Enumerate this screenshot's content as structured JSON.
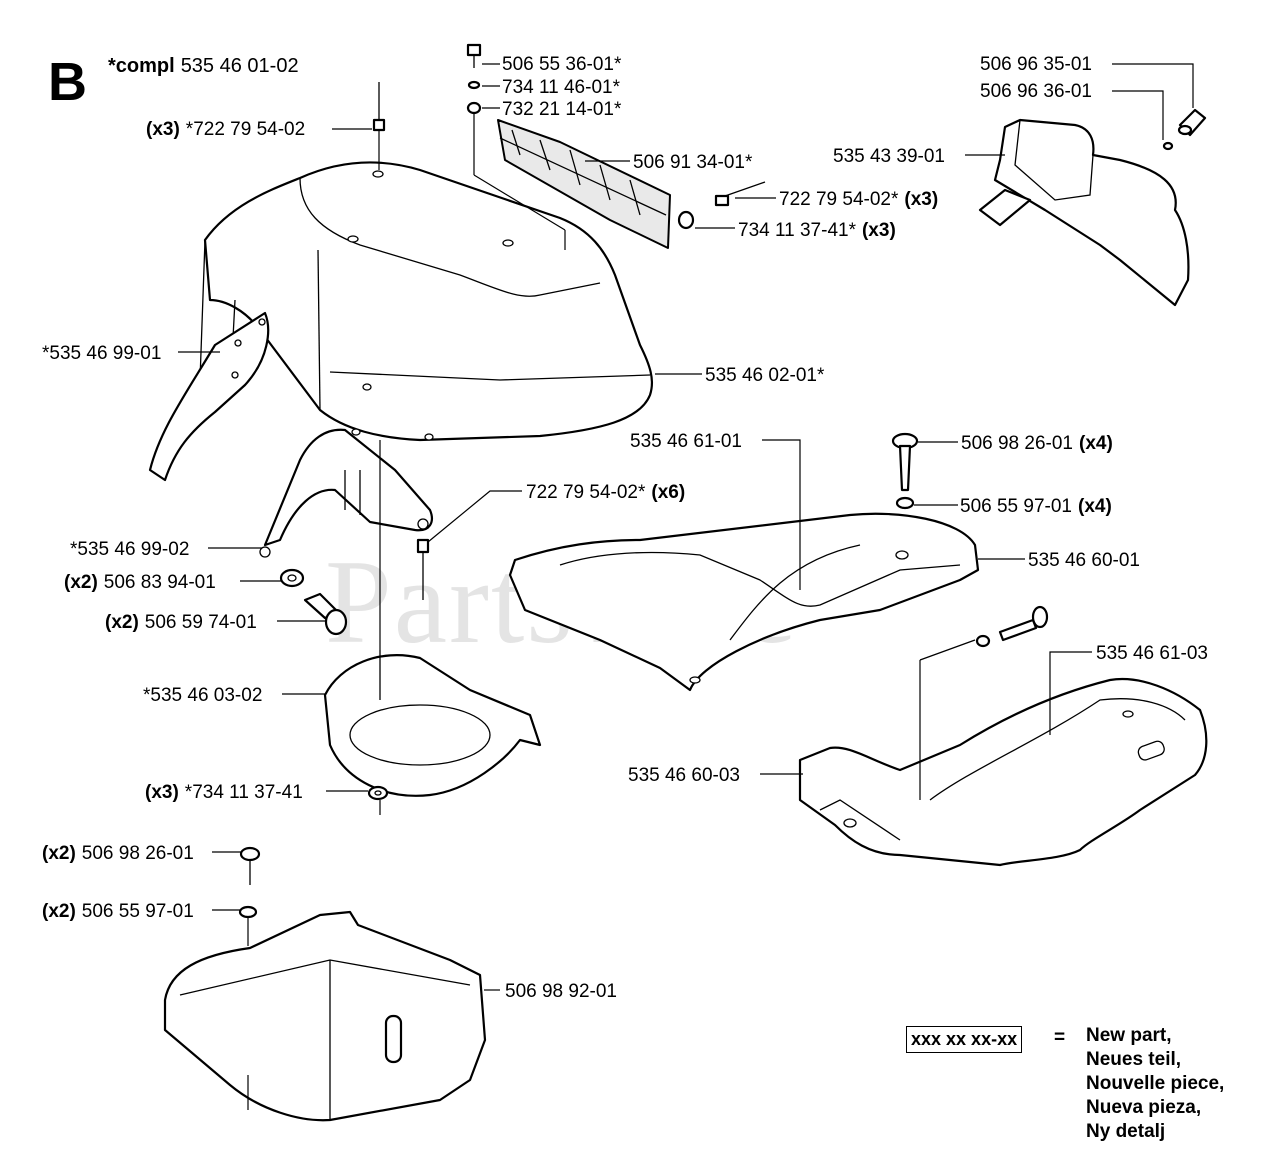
{
  "section": {
    "letter": "B",
    "compl_prefix": "*compl",
    "compl_number": "535 46 01-02"
  },
  "watermark": "PartsTree",
  "labels": {
    "l1": {
      "qty": "",
      "num": "506 55 36-01*"
    },
    "l2": {
      "qty": "",
      "num": "734 11 46-01*"
    },
    "l3": {
      "qty": "",
      "num": "732 21 14-01*"
    },
    "l4": {
      "qty": "(x3)",
      "num": "*722 79 54-02"
    },
    "l5": {
      "qty": "",
      "num": "506 91 34-01*"
    },
    "l6": {
      "qty": "(x3)",
      "num": "722 79 54-02*"
    },
    "l7": {
      "qty": "(x3)",
      "num": "734 11 37-41*"
    },
    "l8": {
      "qty": "",
      "num": "506 96 35-01"
    },
    "l9": {
      "qty": "",
      "num": "506 96 36-01"
    },
    "l10": {
      "qty": "",
      "num": "535 43 39-01"
    },
    "l11": {
      "qty": "",
      "num": "*535 46 99-01"
    },
    "l12": {
      "qty": "",
      "num": "535 46 02-01*"
    },
    "l13": {
      "qty": "",
      "num": "535 46 61-01"
    },
    "l14": {
      "qty": "(x4)",
      "num": "506 98 26-01"
    },
    "l15": {
      "qty": "(x6)",
      "num": "722 79 54-02*"
    },
    "l16": {
      "qty": "(x4)",
      "num": "506 55 97-01"
    },
    "l17": {
      "qty": "",
      "num": "*535 46 99-02"
    },
    "l18": {
      "qty": "(x2)",
      "num": "506 83 94-01"
    },
    "l19": {
      "qty": "",
      "num": "535 46 60-01"
    },
    "l20": {
      "qty": "(x2)",
      "num": "506 59 74-01"
    },
    "l21": {
      "qty": "",
      "num": "535 46 61-03"
    },
    "l22": {
      "qty": "",
      "num": "*535 46 03-02"
    },
    "l23": {
      "qty": "",
      "num": "535 46 60-03"
    },
    "l24": {
      "qty": "(x3)",
      "num": "*734 11 37-41"
    },
    "l25": {
      "qty": "(x2)",
      "num": "506 98 26-01"
    },
    "l26": {
      "qty": "(x2)",
      "num": "506 55 97-01"
    },
    "l27": {
      "qty": "",
      "num": "506 98 92-01"
    }
  },
  "legend": {
    "box": "xxx xx xx-xx",
    "equals": "=",
    "items": [
      "New part,",
      "Neues teil,",
      "Nouvelle piece,",
      "Nueva pieza,",
      "Ny detalj"
    ]
  }
}
